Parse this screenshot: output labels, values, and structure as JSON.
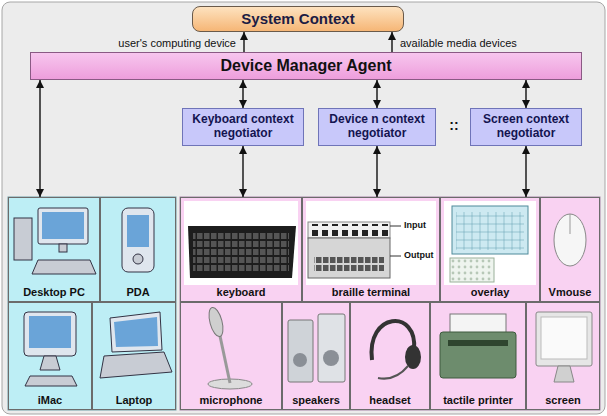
{
  "diagram": {
    "nodes": [
      {
        "text": [
          "System Context"
        ]
      },
      {
        "text": [
          "Device Manager Agent"
        ]
      },
      {
        "text": [
          "Keyboard context negotiator"
        ]
      },
      {
        "text": [
          "Device n context negotiator"
        ]
      },
      {
        "text": [
          "Screen context negotiator"
        ]
      },
      {
        "text": [
          "Desktop PC"
        ]
      },
      {
        "text": [
          "PDA"
        ]
      },
      {
        "text": [
          "keyboard"
        ]
      },
      {
        "text": [
          "braille terminal"
        ]
      },
      {
        "text": [
          "overlay"
        ]
      },
      {
        "text": [
          "Vmouse"
        ]
      },
      {
        "text": [
          "iMac"
        ]
      },
      {
        "text": [
          "Laptop"
        ]
      },
      {
        "text": [
          "microphone"
        ]
      },
      {
        "text": [
          "speakers"
        ]
      },
      {
        "text": [
          "headset"
        ]
      },
      {
        "text": [
          "tactile printer"
        ]
      },
      {
        "text": [
          "screen"
        ]
      }
    ],
    "edges": [
      {
        "from": 1,
        "to": 0,
        "arrow": "to",
        "label": "user's computing device"
      },
      {
        "from": 1,
        "to": 0,
        "arrow": "to",
        "label": "available media devices"
      },
      {
        "from": 1,
        "to": 5,
        "arrow": "both"
      },
      {
        "from": 1,
        "to": 2,
        "arrow": "both"
      },
      {
        "from": 1,
        "to": 3,
        "arrow": "both"
      },
      {
        "from": 1,
        "to": 4,
        "arrow": "both"
      },
      {
        "from": 2,
        "to": 7,
        "arrow": "both"
      },
      {
        "from": 3,
        "to": 8,
        "arrow": "both"
      },
      {
        "from": 4,
        "to": 9,
        "arrow": "both"
      }
    ],
    "labels": [
      "::",
      "Input",
      "Output"
    ]
  }
}
